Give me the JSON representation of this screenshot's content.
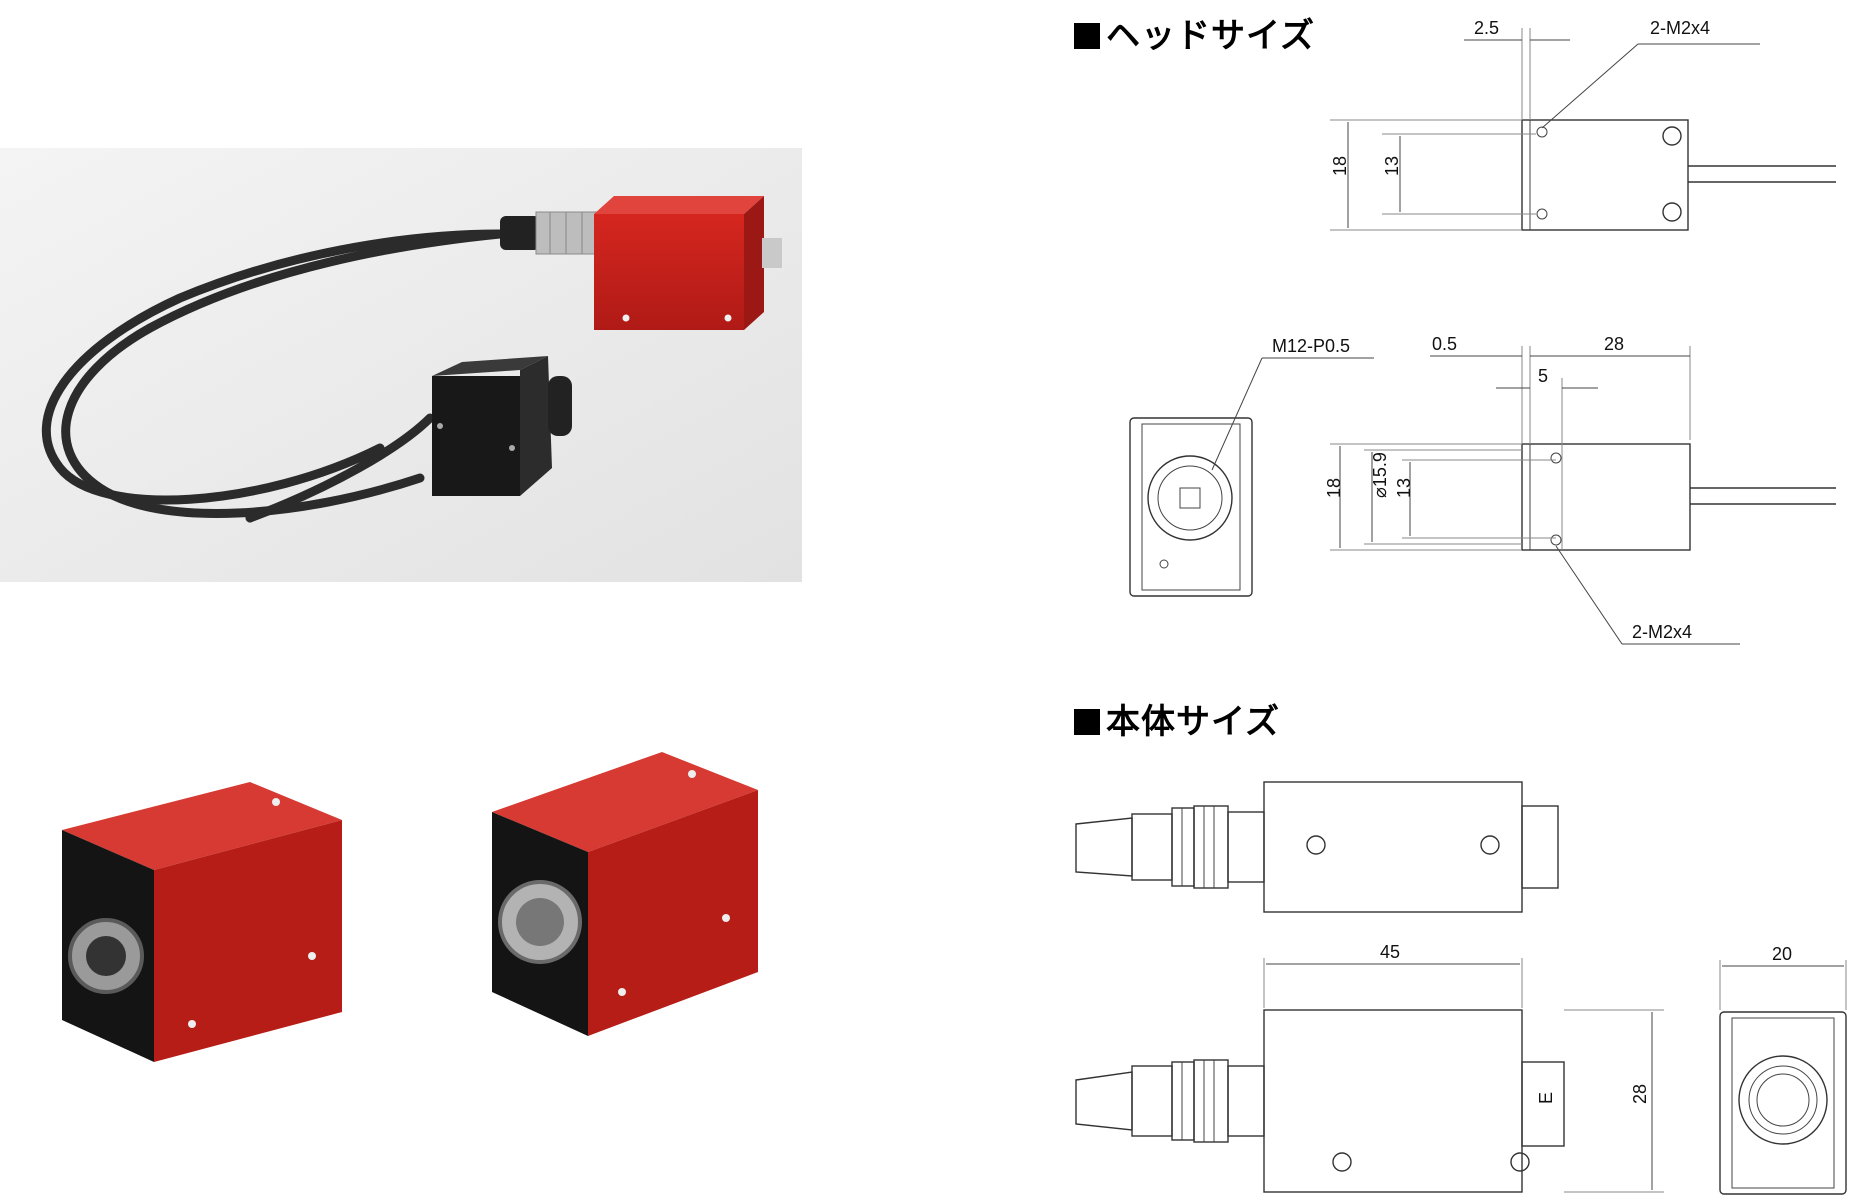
{
  "headings": {
    "head_size": "ヘッドサイズ",
    "body_size": "本体サイズ"
  },
  "dimensions": {
    "head_top": {
      "d_2_5": "2.5",
      "hole_label": "2-M2x4",
      "d_18": "18",
      "d_13": "13"
    },
    "head_side": {
      "thread_label": "M12-P0.5",
      "d_0_5": "0.5",
      "d_28": "28",
      "d_5": "5",
      "d_18": "18",
      "d_15_9": "⌀15.9",
      "d_13": "13",
      "hole_label": "2-M2x4"
    },
    "body": {
      "d_45": "45",
      "d_20": "20",
      "d_28": "28",
      "end_mark": "E"
    }
  },
  "colors": {
    "housing_red": "#c4201c",
    "housing_dark": "#8e1412",
    "body_black": "#1a1a1a",
    "cable": "#2a2a2a",
    "photo_bg": "#eeeeee"
  }
}
